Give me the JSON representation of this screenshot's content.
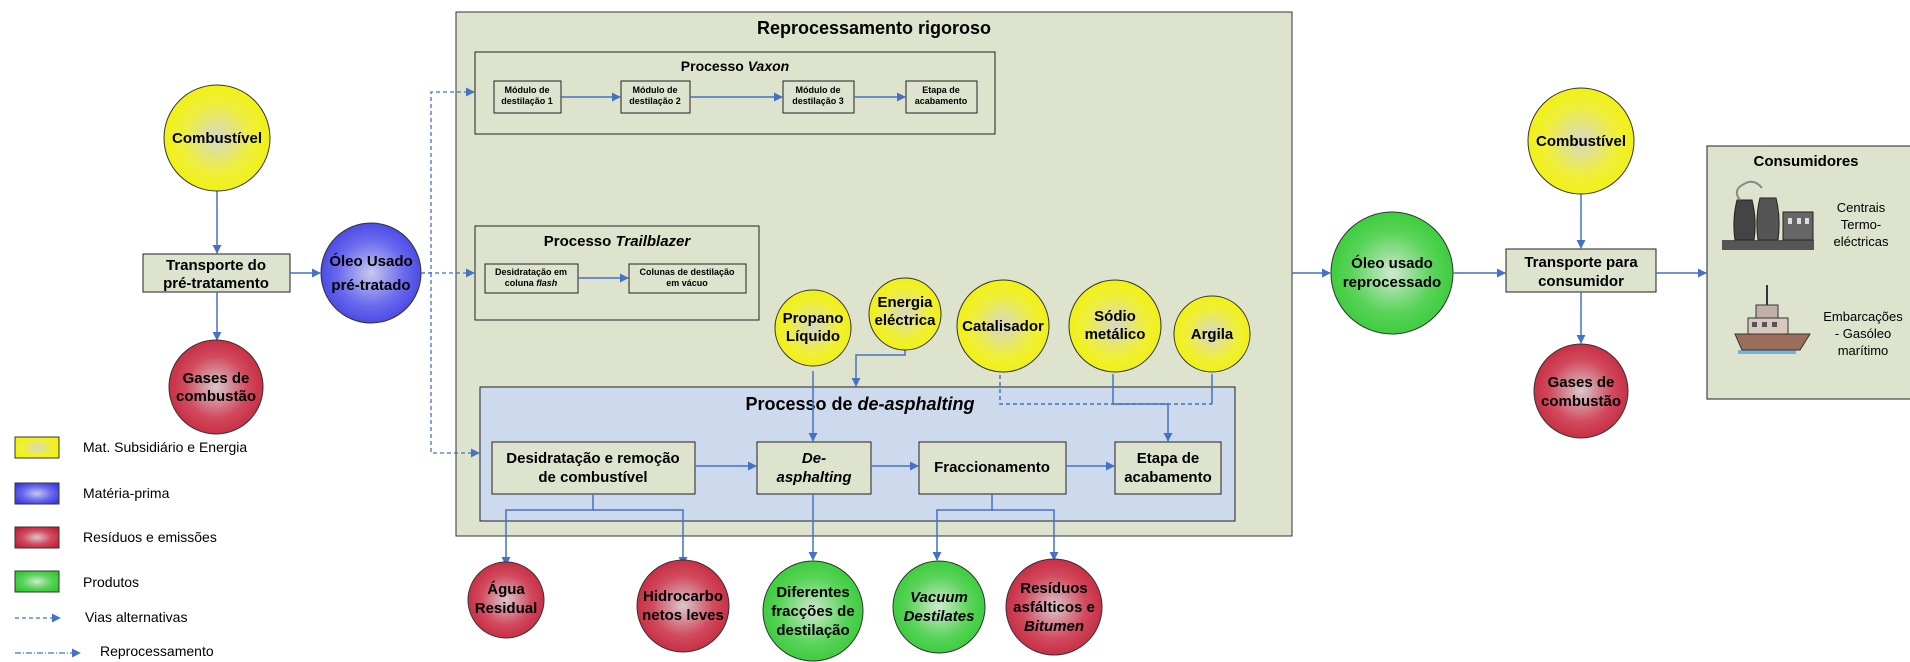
{
  "colors": {
    "subsidiary": "#f2f200",
    "raw": "#4a4ae6",
    "waste": "#c8283c",
    "product": "#3cc83c",
    "section_bg": "#dde3cc",
    "dash_bg": "#cdd9ec",
    "arrow": "#4472c4"
  },
  "main_title": "Reprocessamento rigoroso",
  "vaxon": {
    "title_prefix": "Processo ",
    "title_em": "Vaxon",
    "steps": [
      {
        "l1": "Módulo de",
        "l2": "destilação 1"
      },
      {
        "l1": "Módulo de",
        "l2": "destilação 2"
      },
      {
        "l1": "Módulo de",
        "l2": "destilação 3"
      },
      {
        "l1": "Etapa de",
        "l2": "acabamento"
      }
    ]
  },
  "trailblazer": {
    "title_prefix": "Processo ",
    "title_em": "Trailblazer",
    "step1_l1": "Desidratação em",
    "step1_l2_prefix": "coluna ",
    "step1_l2_em": "flash",
    "step2_l1": "Colunas de destilação",
    "step2_l2": "em vácuo"
  },
  "deasphalting": {
    "title_prefix": "Processo de ",
    "title_em": "de-asphalting",
    "step1_l1": "Desidratação e remoção",
    "step1_l2": "de combustível",
    "step2_l1": "De-",
    "step2_l2": "asphalting",
    "step3": "Fraccionamento",
    "step4_l1": "Etapa de",
    "step4_l2": "acabamento"
  },
  "inputs": {
    "propano_l1": "Propano",
    "propano_l2": "Líquido",
    "energia_l1": "Energia",
    "energia_l2": "eléctrica",
    "catalisador": "Catalisador",
    "sodio_l1": "Sódio",
    "sodio_l2": "metálico",
    "argila": "Argila"
  },
  "left": {
    "combustivel": "Combustível",
    "transport_l1": "Transporte do",
    "transport_l2": "pré-tratamento",
    "gases_l1": "Gases de",
    "gases_l2": "combustão",
    "oleo_l1": "Óleo Usado",
    "oleo_l2": "pré-tratado"
  },
  "outputs": {
    "agua_l1": "Água",
    "agua_l2": "Residual",
    "hidro_l1": "Hidrocarbo",
    "hidro_l2": "netos leves",
    "frac_l1": "Diferentes",
    "frac_l2": "fracções de",
    "frac_l3": "destilação",
    "vac_l1": "Vacuum",
    "vac_l2": "Destilates",
    "res_l1": "Resíduos",
    "res_l2": "asfálticos e",
    "res_l3": "Bitumen"
  },
  "right": {
    "oleo_l1": "Óleo usado",
    "oleo_l2": "reprocessado",
    "combustivel": "Combustível",
    "transport_l1": "Transporte para",
    "transport_l2": "consumidor",
    "gases_l1": "Gases de",
    "gases_l2": "combustão"
  },
  "consumers": {
    "title": "Consumidores",
    "c1_l1": "Centrais",
    "c1_l2": "Termo-",
    "c1_l3": "eléctricas",
    "c2_l1": "Embarcações",
    "c2_l2": "- Gasóleo",
    "c2_l3": "marítimo"
  },
  "legend": [
    "Mat. Subsidiário e Energia",
    "Matéria-prima",
    "Resíduos e emissões",
    "Produtos",
    "Vias alternativas",
    "Reprocessamento"
  ]
}
